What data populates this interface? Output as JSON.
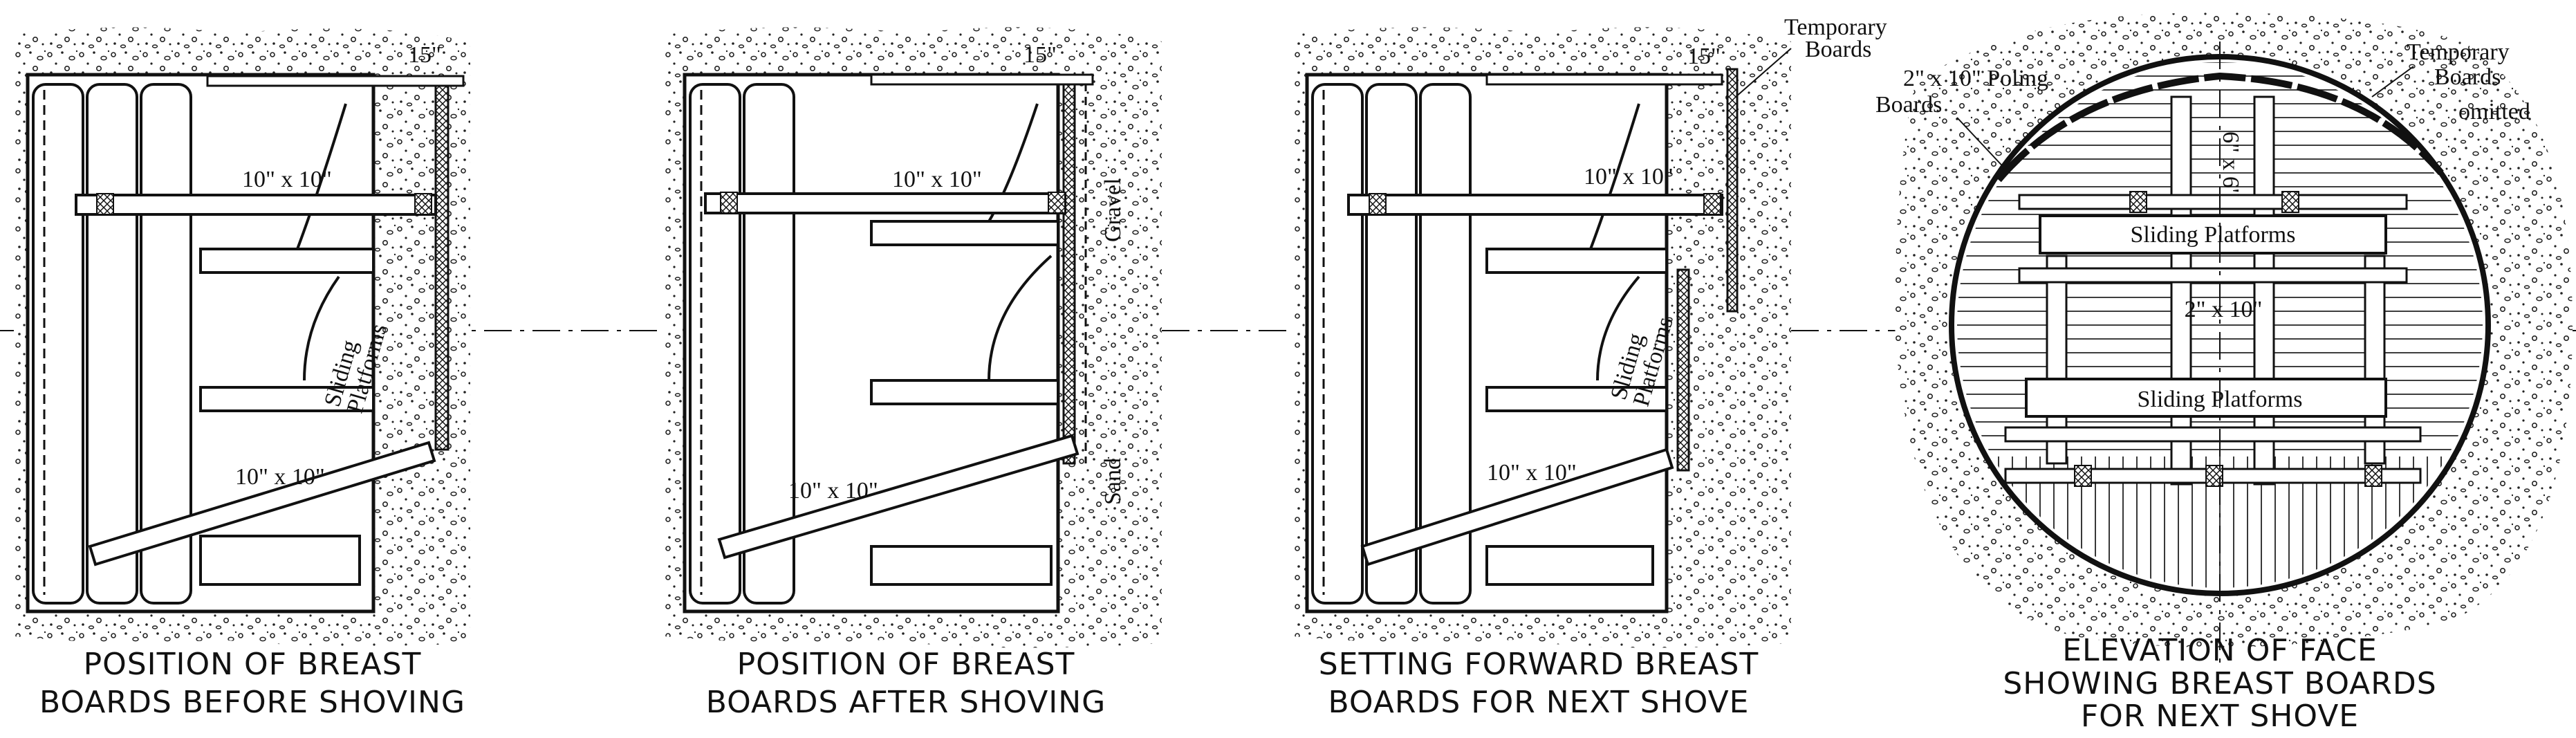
{
  "panels": [
    {
      "caption": [
        "POSITION OF BREAST",
        "BOARDS BEFORE SHOVING"
      ],
      "labels": {
        "dim_15": "15\"",
        "timber_upper": "10\" x 10\"",
        "timber_lower": "10\" x 10\"",
        "platform": [
          "Sliding",
          "Platforms"
        ]
      }
    },
    {
      "caption": [
        "POSITION OF BREAST",
        "BOARDS AFTER SHOVING"
      ],
      "labels": {
        "dim_15": "15\"",
        "timber_upper": "10\" x 10\"",
        "timber_lower": "10\" x 10\"",
        "gravel": "Gravel",
        "sand": "Sand"
      }
    },
    {
      "caption": [
        "SETTING FORWARD BREAST",
        "BOARDS FOR NEXT SHOVE"
      ],
      "labels": {
        "dim_15": "15\"",
        "temporary": [
          "Temporary",
          "Boards"
        ],
        "timber_upper": "10\" x 10\"",
        "timber_lower": "10\" x 10\"",
        "platform": [
          "Sliding",
          "Platforms"
        ]
      }
    },
    {
      "caption": [
        "ELEVATION OF FACE",
        "SHOWING BREAST BOARDS",
        "FOR NEXT SHOVE"
      ],
      "labels": {
        "poling": [
          "2\" x 10\" Poling",
          "Boards"
        ],
        "temporary_omitted": [
          "Temporary",
          "Boards",
          "omitted"
        ],
        "post": "6\" x 6\"",
        "platform_upper": "Sliding Platforms",
        "board_2x10": "2\" x 10\"",
        "platform_lower": "Sliding Platforms"
      }
    }
  ]
}
